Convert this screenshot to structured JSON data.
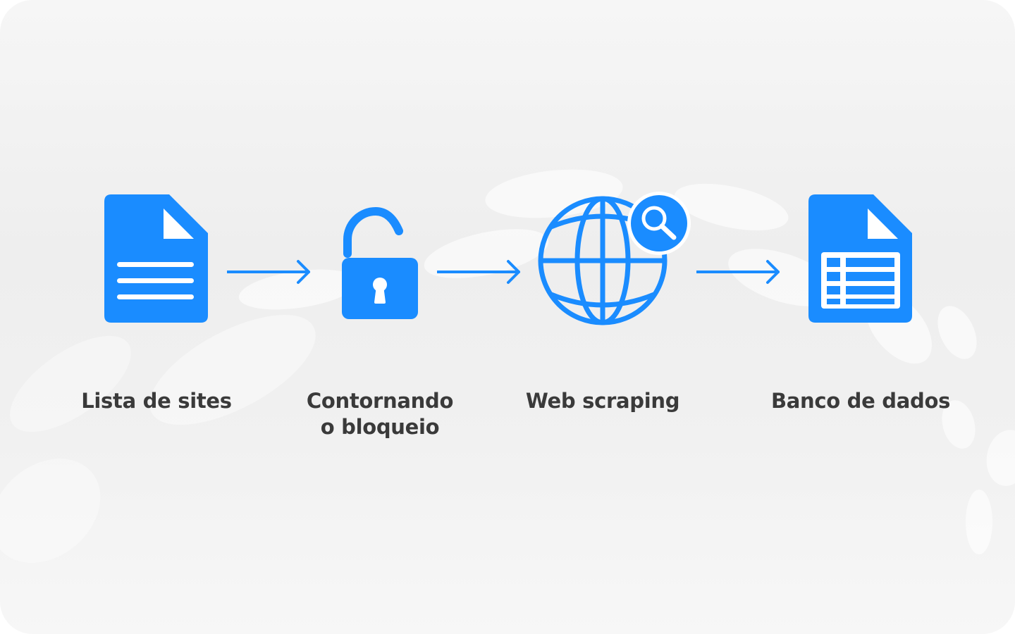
{
  "diagram": {
    "accent_color": "#1a8cff",
    "text_color": "#3a3a3a",
    "steps": [
      {
        "icon": "document-icon",
        "label_lines": [
          "Lista de sites"
        ]
      },
      {
        "icon": "unlocked-padlock-icon",
        "label_lines": [
          "Contornando",
          "o bloqueio"
        ]
      },
      {
        "icon": "globe-search-icon",
        "label_lines": [
          "Web scraping"
        ]
      },
      {
        "icon": "spreadsheet-document-icon",
        "label_lines": [
          "Banco de dados"
        ]
      }
    ],
    "connectors": [
      "arrow-right-icon",
      "arrow-right-icon",
      "arrow-right-icon"
    ]
  }
}
